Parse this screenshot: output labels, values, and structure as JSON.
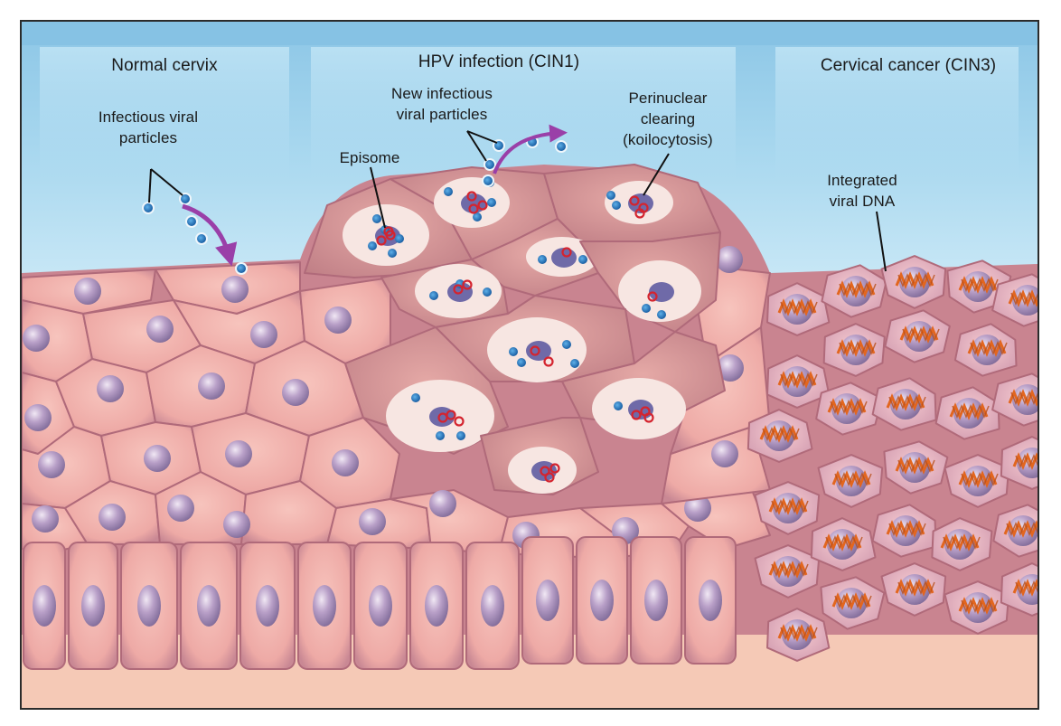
{
  "figure": {
    "panels": [
      {
        "id": "normal",
        "title": "Normal cervix"
      },
      {
        "id": "cin1",
        "title": "HPV infection (CIN1)"
      },
      {
        "id": "cin3",
        "title": "Cervical cancer (CIN3)"
      }
    ],
    "annotations": {
      "infectious_particles": [
        "Infectious viral",
        "particles"
      ],
      "new_particles": [
        "New infectious",
        "viral particles"
      ],
      "perinuclear": [
        "Perinuclear",
        "clearing",
        "(koilocytosis)"
      ],
      "episome": "Episome",
      "integrated_dna": [
        "Integrated",
        "viral DNA"
      ]
    },
    "colors": {
      "sky_top": "#8cc6e6",
      "sky_panel": "#b9e0f3",
      "cell_fill": "#eeaaa6",
      "cell_edge": "#b06a7a",
      "infected_cell": "#d9908f",
      "nucleus": "#b9a0c8",
      "virion": "#2b7fc4",
      "episome_ring": "#d4242f",
      "arrow": "#9a3fa8",
      "dna": "#e2661f",
      "stroma": "#f5c9b6"
    }
  }
}
